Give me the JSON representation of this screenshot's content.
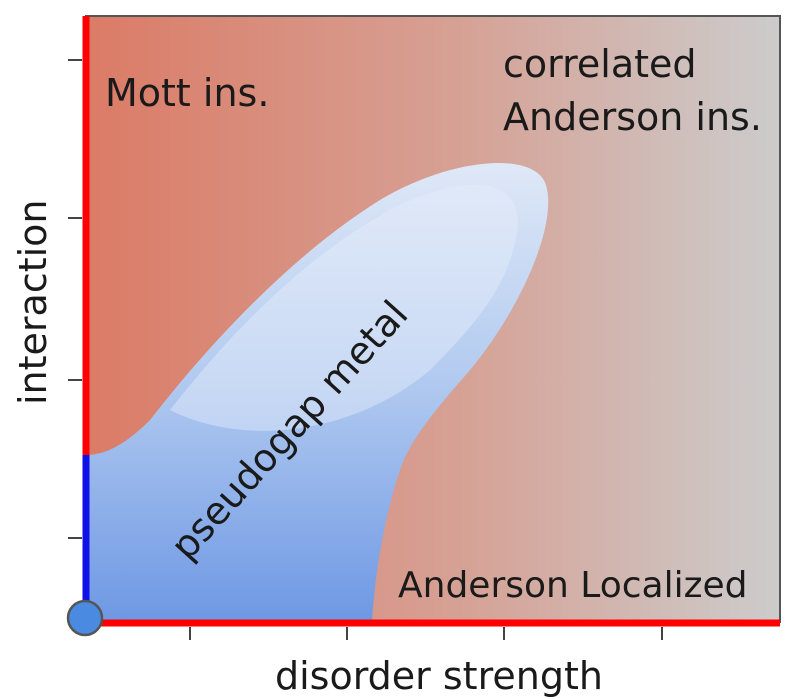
{
  "axes": {
    "x_label": "disorder strength",
    "y_label": "interaction"
  },
  "regions": {
    "mott": "Mott ins.",
    "correlated_line1": "correlated",
    "correlated_line2": "Anderson ins.",
    "anderson_localized": "Anderson Localized",
    "pseudogap": "pseudogap metal"
  },
  "colors": {
    "background_left": "#db7b66",
    "background_right": "#cccccc",
    "pseudogap_top": "#dce6f6",
    "pseudogap_bottom": "#6e98e4",
    "axis_red": "#ff0000",
    "axis_blue": "#1010e8",
    "origin_dot": "#4a8ae0"
  }
}
